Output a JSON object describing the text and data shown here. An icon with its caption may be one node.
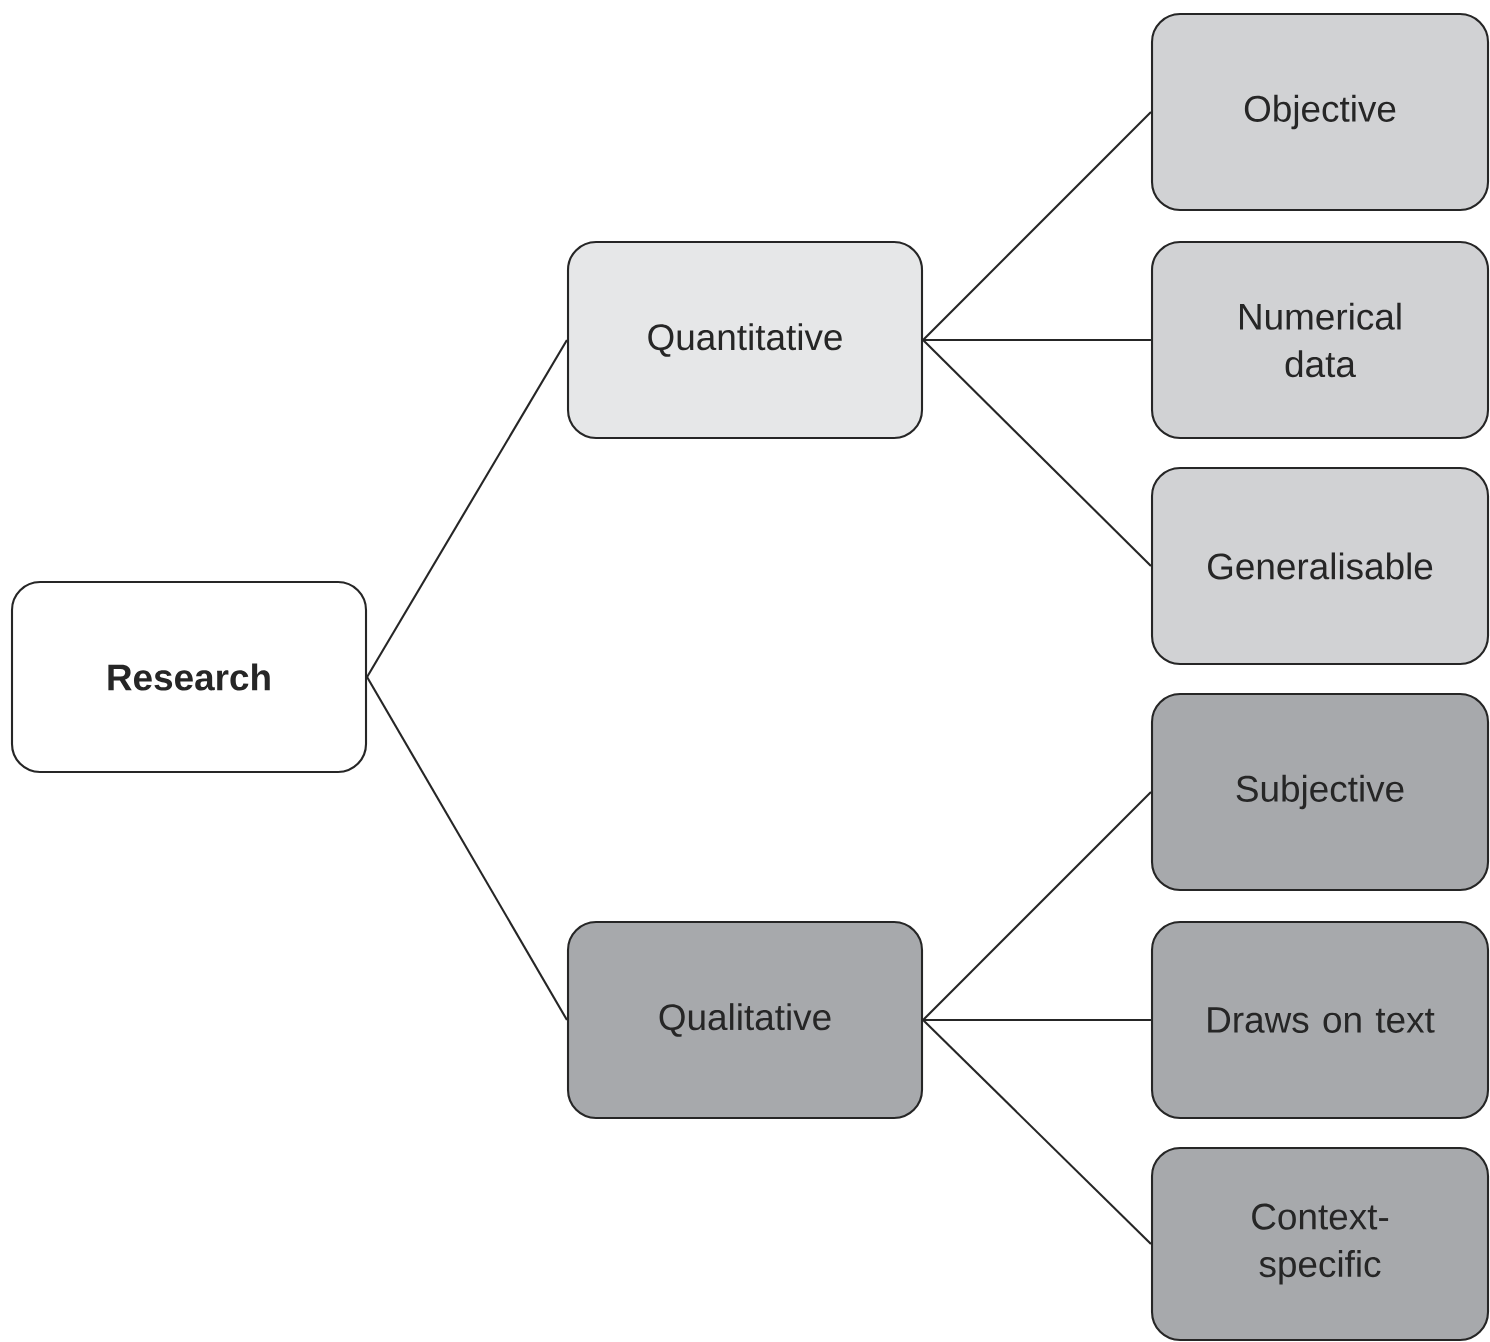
{
  "diagram": {
    "nodes": [
      {
        "text": [
          "Research"
        ]
      },
      {
        "text": [
          "Quantitative"
        ]
      },
      {
        "text": [
          "Objective"
        ]
      },
      {
        "text": [
          "Numerical data"
        ]
      },
      {
        "text": [
          "Generalisable"
        ]
      },
      {
        "text": [
          "Qualitative"
        ]
      },
      {
        "text": [
          "Subjective"
        ]
      },
      {
        "text": [
          "Draws on text"
        ]
      },
      {
        "text": [
          "Context-specific"
        ]
      }
    ],
    "edges": [
      {
        "from": 0,
        "to": 1,
        "arrow": "none"
      },
      {
        "from": 0,
        "to": 5,
        "arrow": "none"
      },
      {
        "from": 1,
        "to": 2,
        "arrow": "none"
      },
      {
        "from": 1,
        "to": 3,
        "arrow": "none"
      },
      {
        "from": 1,
        "to": 4,
        "arrow": "none"
      },
      {
        "from": 5,
        "to": 6,
        "arrow": "none"
      },
      {
        "from": 5,
        "to": 7,
        "arrow": "none"
      },
      {
        "from": 5,
        "to": 8,
        "arrow": "none"
      }
    ]
  }
}
